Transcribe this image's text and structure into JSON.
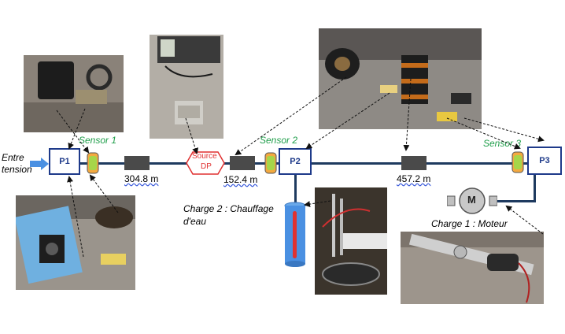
{
  "input_label_line1": "Entre",
  "input_label_line2": "tension",
  "nodes": {
    "p1": "P1",
    "p2": "P2",
    "p3": "P3"
  },
  "sensors": {
    "s1": "Sensor 1",
    "s2": "Sensor 2",
    "s3": "Sensor 3"
  },
  "distances": {
    "d1": "304.8 m",
    "d2": "152.4 m",
    "d3": "457.2 m"
  },
  "source": {
    "line1": "Source",
    "line2": "DP"
  },
  "charge2": {
    "line1": "Charge 2 : Chauffage",
    "line2": "d'eau"
  },
  "charge1": "Charge 1 : Moteur",
  "motor_symbol": "M",
  "colors": {
    "bus_line": "#1e3a5f",
    "node_border": "#1e3a8a",
    "sensor_label": "#1f9e4a",
    "source_outline": "#e03131",
    "water_tank": "#4a90e2",
    "heater_element": "#e03131"
  }
}
